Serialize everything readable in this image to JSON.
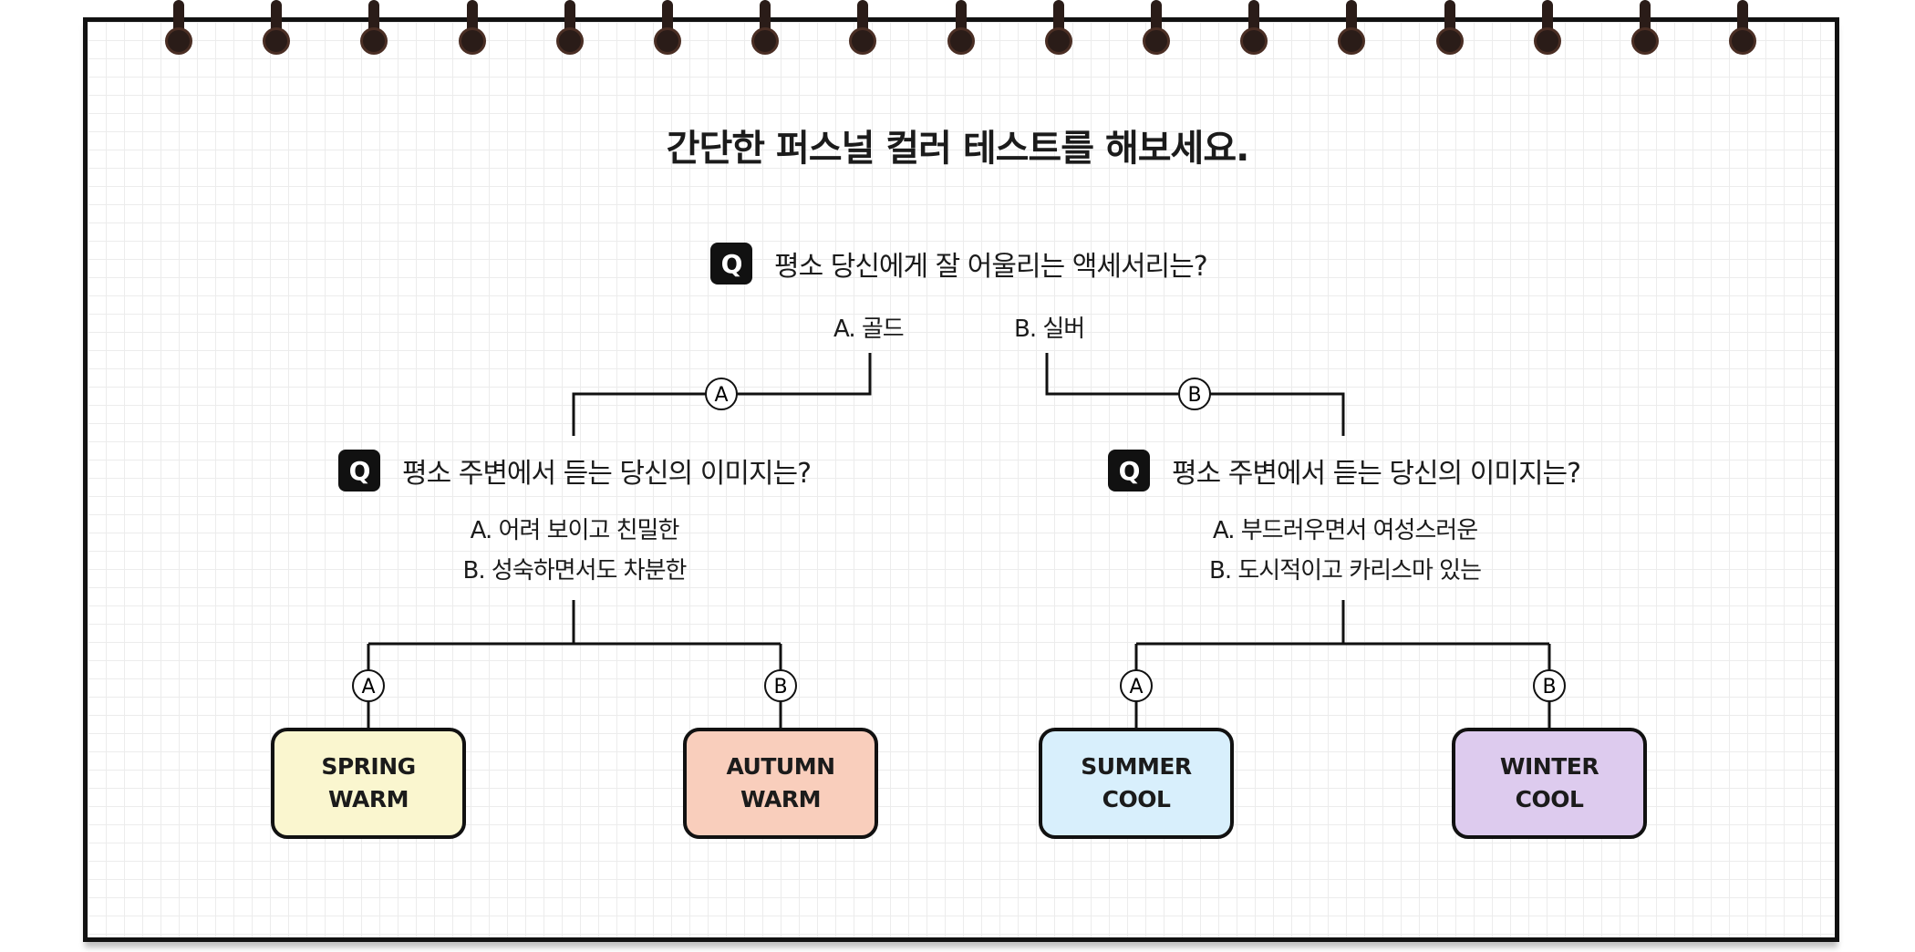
{
  "title": "간단한 퍼스널 컬러 테스트를 해보세요.",
  "q_badge": "Q",
  "q1": {
    "question": "평소 당신에게 잘 어울리는 액세서리는?",
    "answer_a": "A. 골드",
    "answer_b": "B. 실버"
  },
  "q2_left": {
    "question": "평소 주변에서 듣는 당신의 이미지는?",
    "answer_a": "A. 어려 보이고 친밀한",
    "answer_b": "B. 성숙하면서도 차분한"
  },
  "q2_right": {
    "question": "평소 주변에서 듣는 당신의 이미지는?",
    "answer_a": "A. 부드러우면서 여성스러운",
    "answer_b": "B. 도시적이고 카리스마 있는"
  },
  "branch_labels": {
    "a": "A",
    "b": "B"
  },
  "results": [
    {
      "line1": "SPRING",
      "line2": "WARM",
      "color": "#faf6cf"
    },
    {
      "line1": "AUTUMN",
      "line2": "WARM",
      "color": "#f9cebc"
    },
    {
      "line1": "SUMMER",
      "line2": "COOL",
      "color": "#d8effc"
    },
    {
      "line1": "WINTER",
      "line2": "COOL",
      "color": "#ddcbee"
    }
  ]
}
